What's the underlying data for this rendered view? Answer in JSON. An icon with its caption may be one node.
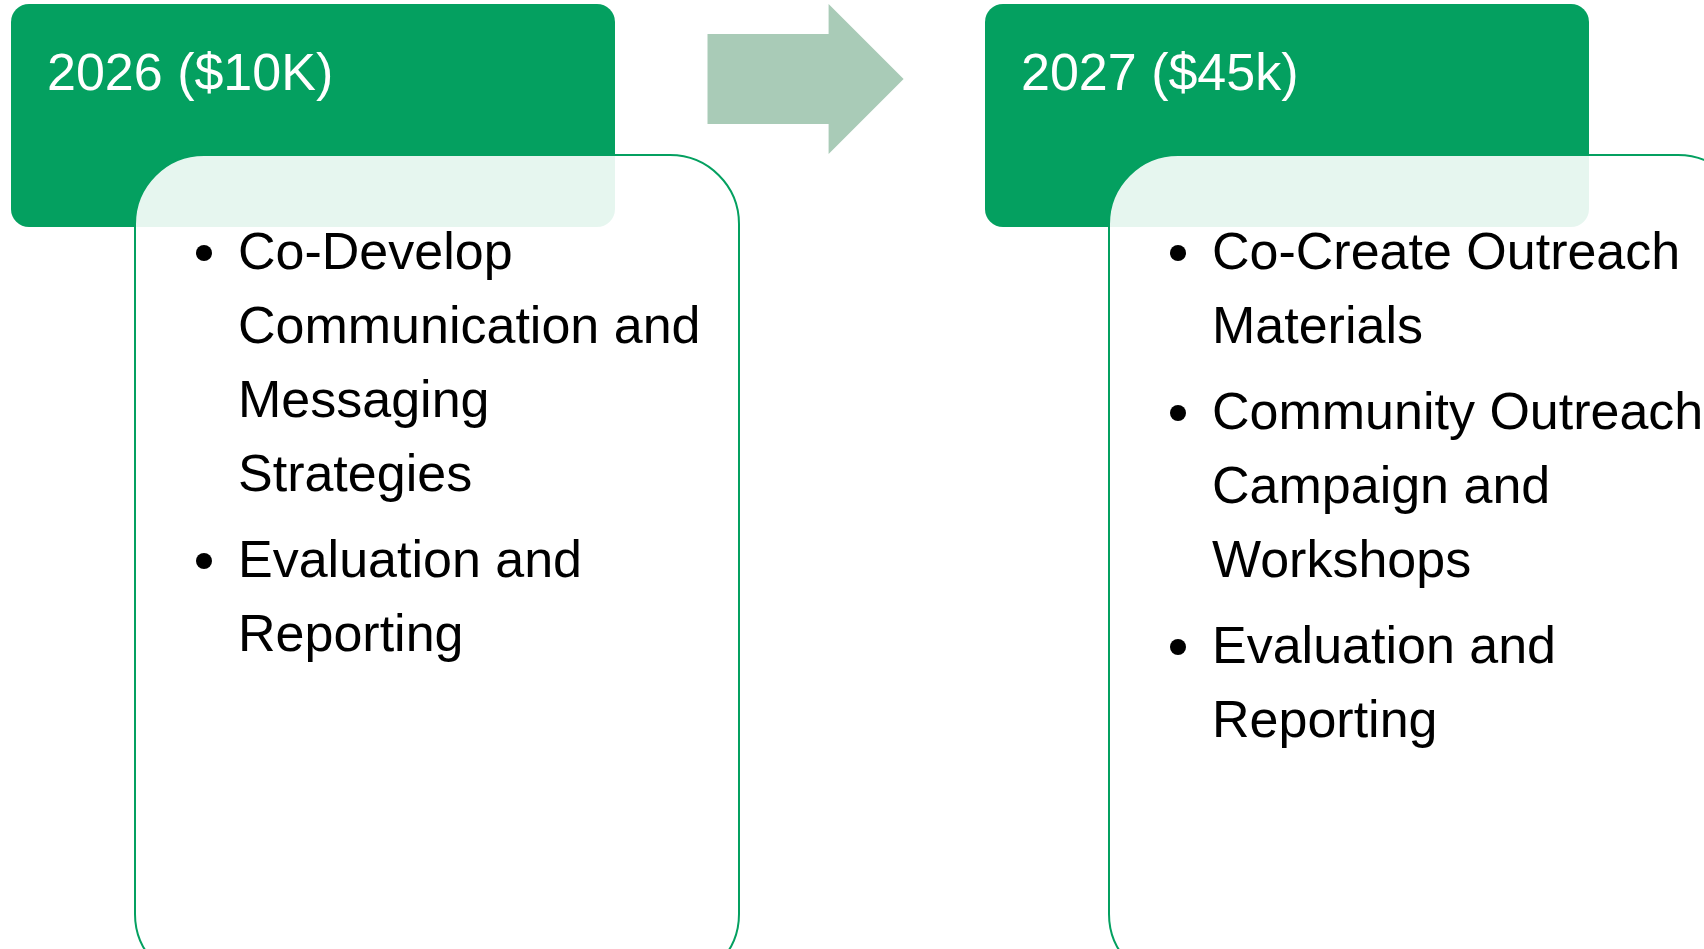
{
  "diagram": {
    "nodes": [
      {
        "text": [
          "2026 ($10K)"
        ]
      },
      {
        "text": [
          "Co-Develop Communication and Messaging Strategies",
          "Evaluation and Reporting"
        ]
      },
      {
        "text": [
          "2027 ($45k)"
        ]
      },
      {
        "text": [
          "Co-Create Outreach Materials",
          "Community Outreach Campaign and Workshops",
          "Evaluation and Reporting"
        ]
      }
    ],
    "edges": [
      {
        "from": 0,
        "to": 2,
        "arrow": "to"
      }
    ]
  }
}
